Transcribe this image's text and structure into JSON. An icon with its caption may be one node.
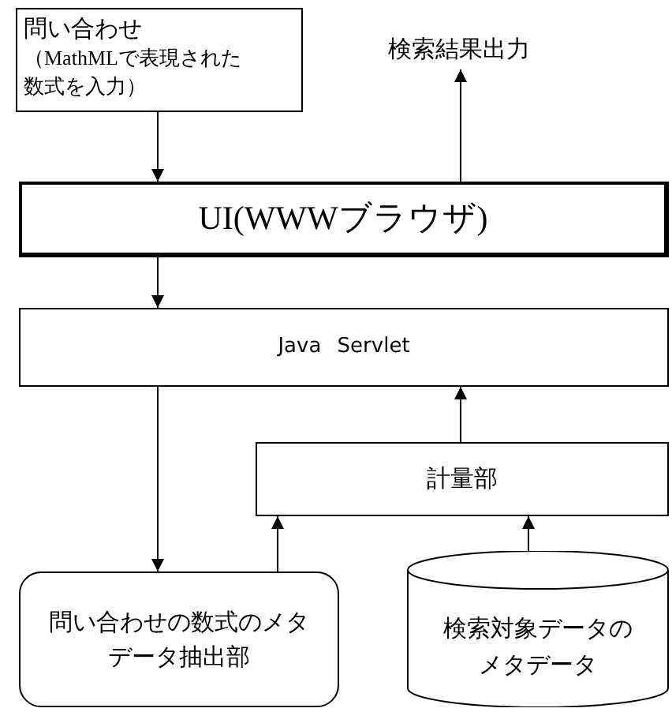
{
  "diagram": {
    "nodes": [
      {
        "text": [
          "問い合わせ",
          "（MathMLで表現された数式を入力）"
        ]
      },
      {
        "text": [
          "検索結果出力"
        ]
      },
      {
        "text": [
          "UI(WWWブラウザ)"
        ]
      },
      {
        "text": [
          "Java Servlet"
        ]
      },
      {
        "text": [
          "計量部"
        ]
      },
      {
        "text": [
          "問い合わせの数式のメタデータ抽出部"
        ]
      },
      {
        "text": [
          "検索対象データのメタデータ"
        ]
      }
    ],
    "edges": [
      {
        "from": 0,
        "to": 2,
        "arrow": "to"
      },
      {
        "from": 2,
        "to": 1,
        "arrow": "to"
      },
      {
        "from": 2,
        "to": 3,
        "arrow": "to"
      },
      {
        "from": 4,
        "to": 3,
        "arrow": "to"
      },
      {
        "from": 3,
        "to": 5,
        "arrow": "to"
      },
      {
        "from": 5,
        "to": 4,
        "arrow": "to"
      },
      {
        "from": 6,
        "to": 4,
        "arrow": "to"
      }
    ]
  }
}
